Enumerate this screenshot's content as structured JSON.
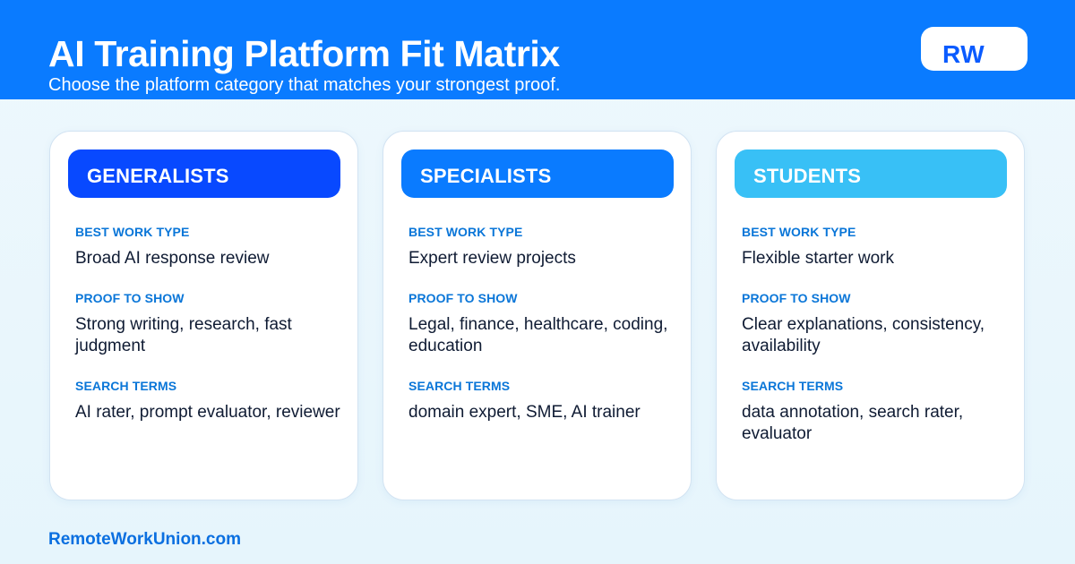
{
  "header": {
    "title": "AI Training Platform Fit Matrix",
    "subtitle": "Choose the platform category that matches your strongest proof.",
    "badge": "RW"
  },
  "colors": {
    "header_bg": "#0a7bff",
    "page_bg": "#eaf6fc",
    "label_color": "#0a76d8",
    "generalists_accent": "#0849ff",
    "specialists_accent": "#0a7bff",
    "students_accent": "#38c0f6"
  },
  "cards": [
    {
      "title": "GENERALISTS",
      "sections": [
        {
          "label": "BEST WORK TYPE",
          "value": "Broad AI response review"
        },
        {
          "label": "PROOF TO SHOW",
          "value": "Strong writing, research, fast judgment"
        },
        {
          "label": "SEARCH TERMS",
          "value": "AI rater, prompt evaluator, reviewer"
        }
      ]
    },
    {
      "title": "SPECIALISTS",
      "sections": [
        {
          "label": "BEST WORK TYPE",
          "value": "Expert review projects"
        },
        {
          "label": "PROOF TO SHOW",
          "value": "Legal, finance, healthcare, coding, education"
        },
        {
          "label": "SEARCH TERMS",
          "value": "domain expert, SME, AI trainer"
        }
      ]
    },
    {
      "title": "STUDENTS",
      "sections": [
        {
          "label": "BEST WORK TYPE",
          "value": "Flexible starter work"
        },
        {
          "label": "PROOF TO SHOW",
          "value": "Clear explanations, consistency, availability"
        },
        {
          "label": "SEARCH TERMS",
          "value": "data annotation, search rater, evaluator"
        }
      ]
    }
  ],
  "footer": {
    "site": "RemoteWorkUnion.com"
  }
}
